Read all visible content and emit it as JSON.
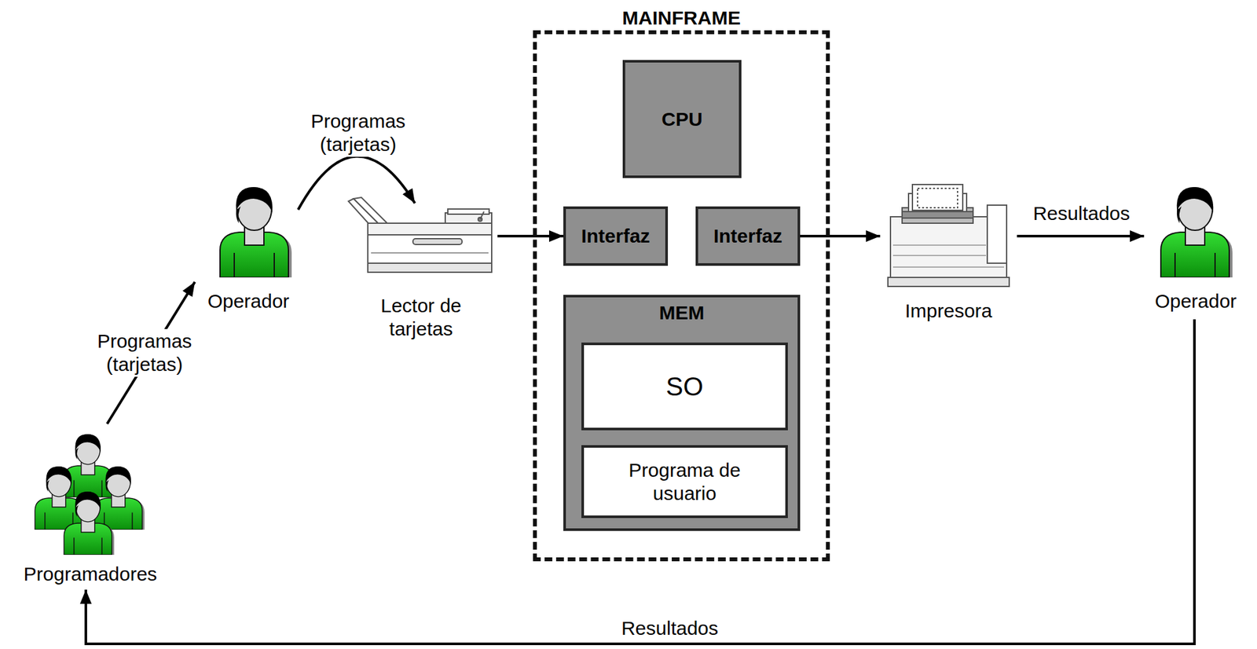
{
  "diagram": {
    "nodes": [
      {
        "text": [
          "MAINFRAME"
        ]
      },
      {
        "text": [
          "CPU"
        ],
        "in": 0
      },
      {
        "text": [
          "Interfaz"
        ],
        "in": 0
      },
      {
        "text": [
          "Interfaz"
        ],
        "in": 0
      },
      {
        "text": [
          "MEM"
        ],
        "in": 0
      },
      {
        "text": [
          "SO"
        ],
        "in": 4
      },
      {
        "text": [
          "Programa de usuario"
        ],
        "in": 4
      },
      {
        "text": [
          "Operador"
        ]
      },
      {
        "text": [
          "Lector de tarjetas"
        ]
      },
      {
        "text": [
          "Impresora"
        ]
      },
      {
        "text": [
          "Operador"
        ]
      },
      {
        "text": [
          "Programadores"
        ]
      }
    ],
    "edges": [
      {
        "from": 11,
        "to": 7,
        "label": "Programas (tarjetas)",
        "arrow": "to"
      },
      {
        "from": 7,
        "to": 8,
        "label": "Programas (tarjetas)",
        "arrow": "to"
      },
      {
        "from": 8,
        "to": 2,
        "arrow": "to"
      },
      {
        "from": 3,
        "to": 9,
        "arrow": "to"
      },
      {
        "from": 9,
        "to": 10,
        "label": "Resultados",
        "arrow": "to"
      },
      {
        "from": 10,
        "to": 11,
        "label": "Resultados",
        "arrow": "to"
      }
    ]
  }
}
